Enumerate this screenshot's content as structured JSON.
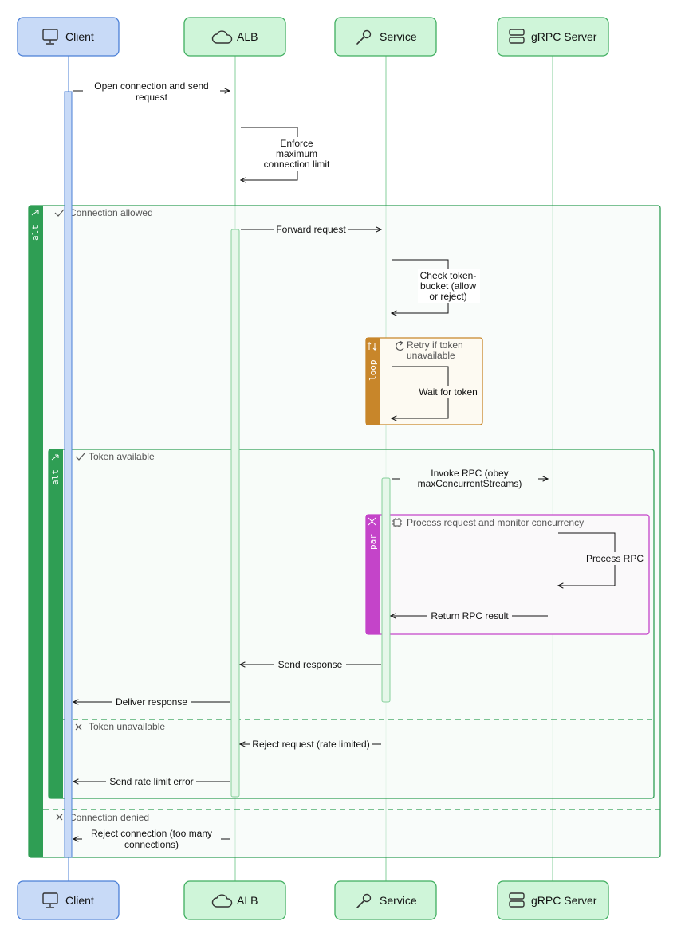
{
  "actors": [
    {
      "key": "client",
      "label": "Client",
      "icon": "monitor-icon"
    },
    {
      "key": "alb",
      "label": "ALB",
      "icon": "cloud-icon"
    },
    {
      "key": "service",
      "label": "Service",
      "icon": "wrench-icon"
    },
    {
      "key": "grpc",
      "label": "gRPC Server",
      "icon": "server-icon"
    }
  ],
  "messages": {
    "open_connection": [
      "Open connection and send",
      "request"
    ],
    "enforce_limit": [
      "Enforce",
      "maximum",
      "connection limit"
    ],
    "forward_request": "Forward request",
    "check_token": [
      "Check token-",
      "bucket (allow",
      "or reject)"
    ],
    "wait_token": "Wait for token",
    "invoke_rpc": [
      "Invoke RPC (obey",
      "maxConcurrentStreams)"
    ],
    "process_rpc": "Process RPC",
    "return_rpc": "Return RPC result",
    "send_response": "Send response",
    "deliver_response": "Deliver response",
    "reject_request": "Reject request (rate limited)",
    "send_rate_error": "Send rate limit error",
    "reject_connection": [
      "Reject connection (too many",
      "connections)"
    ]
  },
  "frames": {
    "outer_alt": {
      "tag": "alt",
      "cond_allowed": "Connection allowed",
      "cond_denied": "Connection denied"
    },
    "loop": {
      "tag": "loop",
      "cond": [
        "Retry if token",
        "unavailable"
      ]
    },
    "inner_alt": {
      "tag": "alt",
      "cond_available": "Token available",
      "cond_unavailable": "Token unavailable"
    },
    "par": {
      "tag": "par",
      "cond": "Process request and monitor concurrency"
    }
  },
  "colors": {
    "client_fill": "#c8daf7",
    "client_stroke": "#4a7fd6",
    "actor_fill": "#cff5d9",
    "actor_stroke": "#3fae5f",
    "alt_color": "#2f9e54",
    "loop_color": "#c8862a",
    "par_color": "#c444c9"
  }
}
